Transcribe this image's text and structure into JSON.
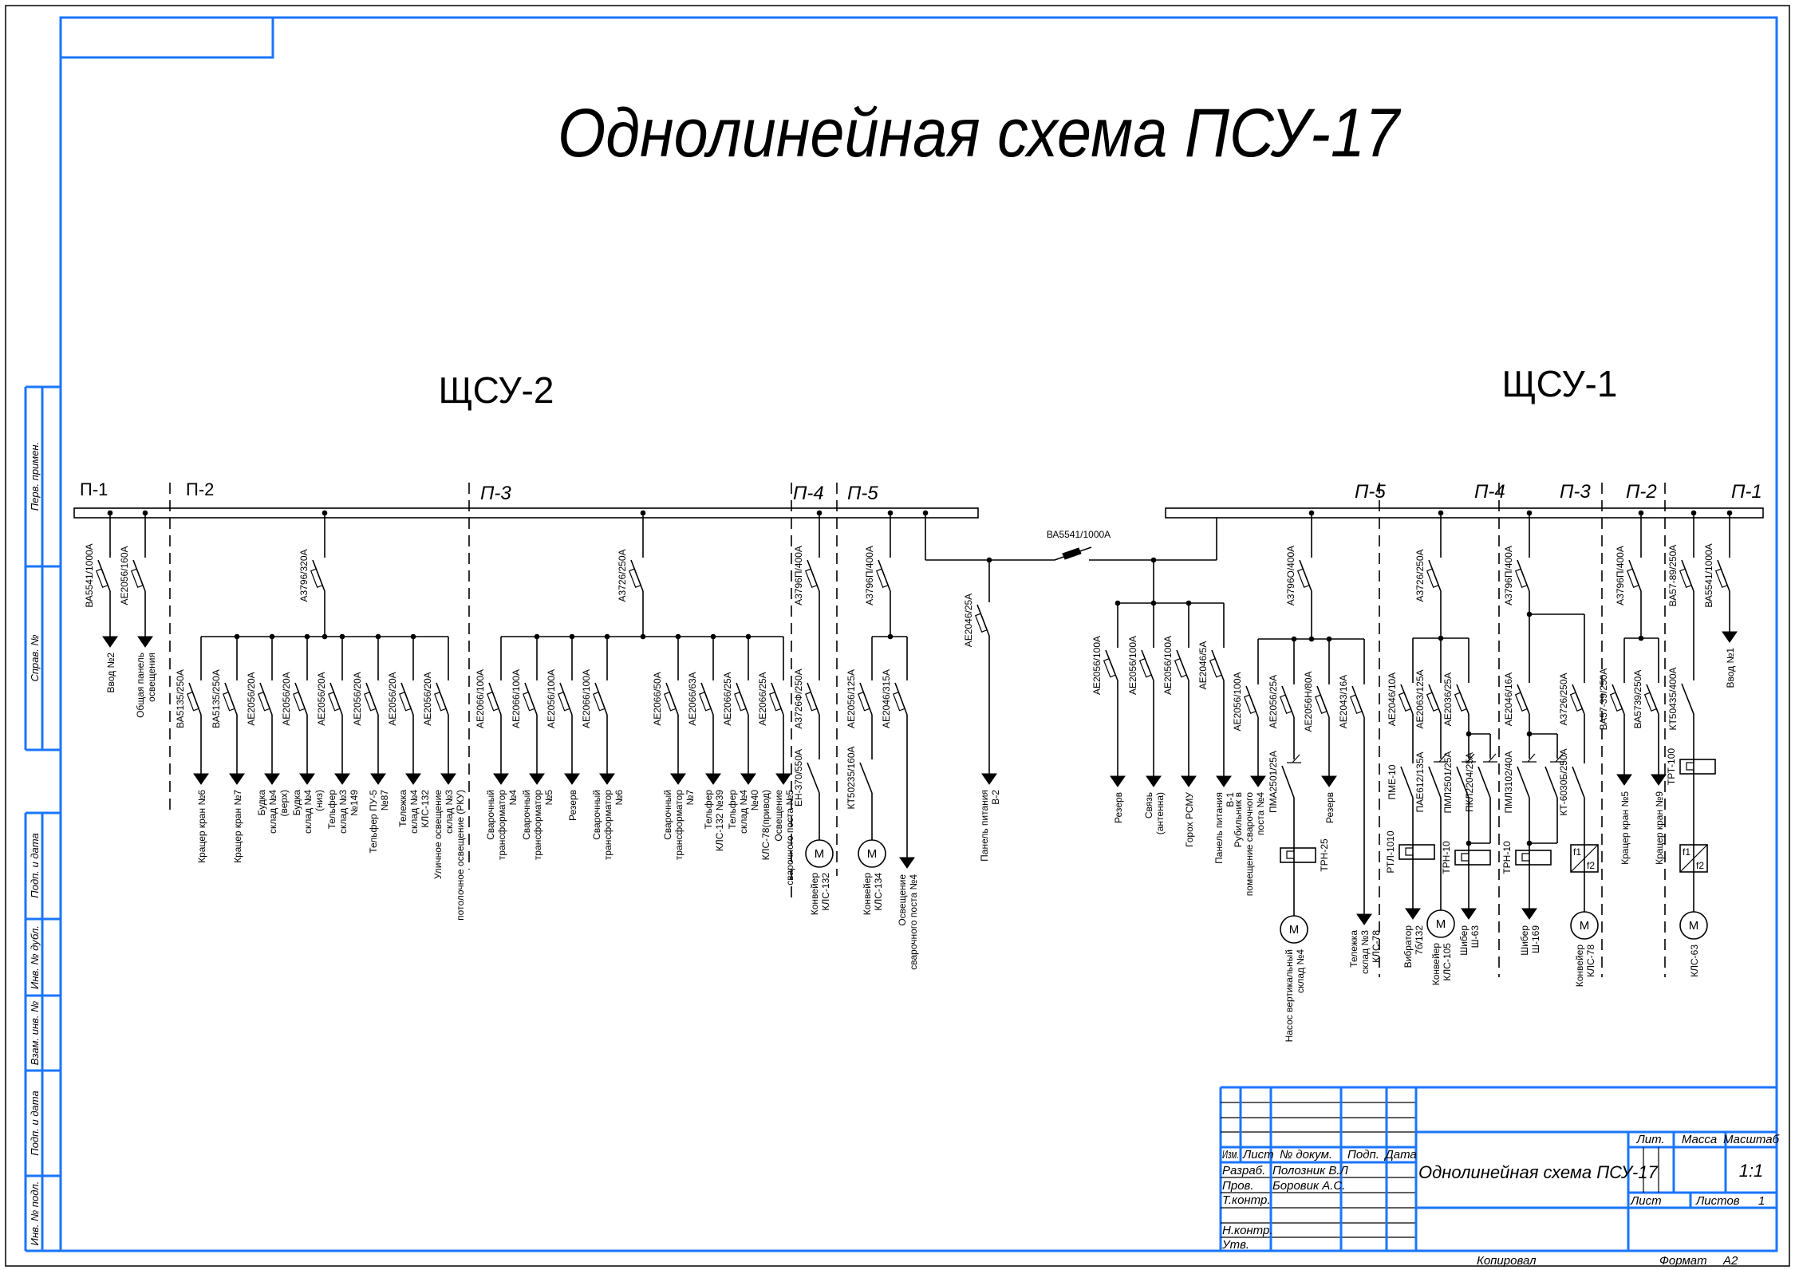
{
  "title": "Однолинейная схема ПСУ-17",
  "symbols": {
    "motor": "М",
    "f1": "f1",
    "f2": "f2"
  },
  "shsu2": {
    "title": "ЩСУ-2",
    "sections": {
      "p1": "П-1",
      "p2": "П-2",
      "p3": "П-3",
      "p4": "П-4",
      "p5": "П-5"
    },
    "p1": {
      "feeders": [
        {
          "breaker": "ВА5541/1000А",
          "load": [
            "Ввод №2"
          ]
        },
        {
          "breaker": "АЕ2056/160А",
          "load": [
            "Общая панель",
            "освещения"
          ]
        }
      ]
    },
    "p2": {
      "main": "А3796/320А",
      "feeders": [
        {
          "breaker": "ВА5135/250А",
          "load": [
            "Крацер кран №6"
          ]
        },
        {
          "breaker": "ВА5135/250А",
          "load": [
            "Крацер кран №7"
          ]
        },
        {
          "breaker": "АЕ2056/20А",
          "load": [
            "Будка",
            "склад №4",
            "(верх)"
          ]
        },
        {
          "breaker": "АЕ2056/20А",
          "load": [
            "Будка",
            "склад №4",
            "(низ)"
          ]
        },
        {
          "breaker": "АЕ2056/20А",
          "load": [
            "Тельфер",
            "склад №3",
            "№149"
          ]
        },
        {
          "breaker": "АЕ2056/20А",
          "load": [
            "Тельфер ПУ-5",
            "№87"
          ]
        },
        {
          "breaker": "АЕ2056/20А",
          "load": [
            "Тележка",
            "склад №4",
            "КЛС-132"
          ]
        },
        {
          "breaker": "АЕ2056/20А",
          "load": [
            "Уличное освещение",
            "склад №3",
            "потолочное освещение (РКУ)"
          ]
        }
      ]
    },
    "p3": {
      "main": "А3726/250А",
      "feeders": [
        {
          "breaker": "АЕ2066/100А",
          "load": [
            "Сварочный",
            "трансформатор",
            "№4"
          ]
        },
        {
          "breaker": "АЕ2066/100А",
          "load": [
            "Сварочный",
            "трансформатор",
            "№5"
          ]
        },
        {
          "breaker": "АЕ2056/100А",
          "load": [
            "Резерв"
          ]
        },
        {
          "breaker": "АЕ2066/100А",
          "load": [
            "Сварочный",
            "трансформатор",
            "№6"
          ]
        },
        {
          "breaker": "АЕ2066/50А",
          "load": [
            "Сварочный",
            "трансформатор",
            "№7"
          ]
        },
        {
          "breaker": "АЕ2066/63А",
          "load": [
            "Тельфер",
            "КЛС-132 №39"
          ]
        },
        {
          "breaker": "АЕ2066/25А",
          "load": [
            "Тельфер",
            "склад №4",
            "№40",
            "КЛС-78(привод)"
          ]
        },
        {
          "breaker": "АЕ2066/25А",
          "load": [
            "Освещение",
            "сварочного поста №5"
          ]
        },
        {
          "breaker": "АЕ2066/63А",
          "load": [
            "Резерв"
          ]
        }
      ]
    },
    "p4": {
      "breaker1": "А3796П/400А",
      "breaker2": "А3726Ф/250А",
      "switch": "ЕН-370/550А",
      "load": [
        "Конвейер",
        "КЛС-132"
      ]
    },
    "p5": {
      "main": "А3796П/400А",
      "feeders": [
        {
          "breaker": "АЕ2056/125А",
          "switch": "КТ50235/160А",
          "load": [
            "Конвейер",
            "КЛС-134"
          ]
        },
        {
          "breaker": "АЕ2046/315А",
          "load": [
            "Освещение",
            "сварочного поста №4"
          ]
        }
      ]
    }
  },
  "coupling": {
    "breaker": "ВА5541/1000А",
    "feeder": {
      "breaker": "АЕ2046/25А",
      "load": [
        "Панель питания",
        "В-2"
      ]
    }
  },
  "shsu1": {
    "title": "ЩСУ-1",
    "sections": {
      "p5": "П-5",
      "p4": "П-4",
      "p3": "П-3",
      "p2": "П-2",
      "p1": "П-1"
    },
    "common": {
      "feeders": [
        {
          "breaker": "АЕ2056/100А",
          "load": [
            "Резерв"
          ]
        },
        {
          "breaker": "АЕ2056/100А",
          "load": [
            "Связь",
            "(антенна)"
          ]
        },
        {
          "breaker": "АЕ2056/100А",
          "load": [
            "Горох РСМУ"
          ]
        },
        {
          "breaker": "АЕ2046/5А",
          "load": [
            "Панель питания",
            "В-1"
          ]
        }
      ]
    },
    "p5": {
      "main": "А3796О/400А",
      "feeders": [
        {
          "breaker": "АЕ2056/100А",
          "load": [
            "Рубильник в",
            "помещение сварочного",
            "поста №4"
          ]
        },
        {
          "breaker": "АЕ2056/25А",
          "switch": "ПМА2501/25А",
          "relay": "ТРН-25",
          "load": [
            "Насос вертикальный",
            "склад №4"
          ]
        },
        {
          "breaker": "АЕ2056Н/80А",
          "load": [
            "Резерв"
          ]
        },
        {
          "breaker": "АЕ2043/16А",
          "load": [
            "Тележка",
            "склад №3",
            "КЛС-78"
          ]
        }
      ]
    },
    "p4": {
      "main": "А3726/250А",
      "feeders": [
        {
          "breaker": "АЕ2046/10А",
          "switch": "ПМЕ-10",
          "relay": "РТЛ-1010",
          "load": [
            "Вибратор",
            "7б/132"
          ]
        },
        {
          "breaker": "АЕ2063/125А",
          "switch": "ПАЕ612/135А",
          "load": [
            "Конвейер",
            "КЛС-105"
          ]
        },
        {
          "breaker": "АЕ2036/25А",
          "switch": "ПМЛ2501/25А",
          "switch2": "ПКЛ2204/25А",
          "relay": "ТРН-10",
          "load": [
            "Шибер",
            "Ш-63"
          ]
        }
      ]
    },
    "p3": {
      "main": "А3796П/400А",
      "feeders": [
        {
          "breaker": "АЕ2046/16А",
          "switch": "ПМЛ3102/40А",
          "relay": "ТРН-10",
          "load": [
            "Шибер",
            "Ш-169"
          ]
        },
        {
          "breaker": "А3726/250А",
          "switch": "КТ-6030Б/250А",
          "load": [
            "Конвейер",
            "КЛС-78"
          ]
        }
      ]
    },
    "p2": {
      "main": "А3796П/400А",
      "feeders": [
        {
          "breaker": "ВА57-39/250А",
          "load": [
            "Крацер кран №5"
          ]
        },
        {
          "breaker": "ВА5739/250А",
          "load": [
            "Крацер кран №9"
          ]
        }
      ]
    },
    "p1": {
      "feeders": [
        {
          "breaker": "ВА57-89/250А",
          "switch": "КТ50435/400А",
          "relay": "ТРТ-100",
          "load": [
            "КЛС-63"
          ]
        },
        {
          "breaker": "ВА5541/1000А",
          "load": [
            "Ввод №1"
          ]
        }
      ]
    }
  },
  "title_block": {
    "headers": {
      "izm": "Изм.",
      "list": "Лист",
      "doc": "№ докум.",
      "sign": "Подп.",
      "date": "Дата"
    },
    "roles": {
      "dev": "Разраб.",
      "check": "Пров.",
      "tcontrol": "Т.контр.",
      "ncontrol": "Н.контр.",
      "approve": "Утв."
    },
    "names": {
      "dev": "Полозник В.Л",
      "check": "Боровик А.С."
    },
    "doc_title": "Однолинейная схема ПСУ-17",
    "lit": "Лит.",
    "mass": "Масса",
    "scale_label": "Масштаб",
    "scale": "1:1",
    "sheet": "Лист",
    "sheets": "Листов",
    "sheets_count": "1",
    "copied": "Копировал",
    "format_label": "Формат",
    "format": "А2"
  },
  "margin": {
    "first_use": "Перв. примен.",
    "ref_no": "Справ. №",
    "sign_date_1": "Подп. и дата",
    "dup_inv": "Инв. № дубл.",
    "replace_inv": "Взам. инв. №",
    "sign_date_2": "Подп. и дата",
    "orig_inv": "Инв. № подл."
  }
}
